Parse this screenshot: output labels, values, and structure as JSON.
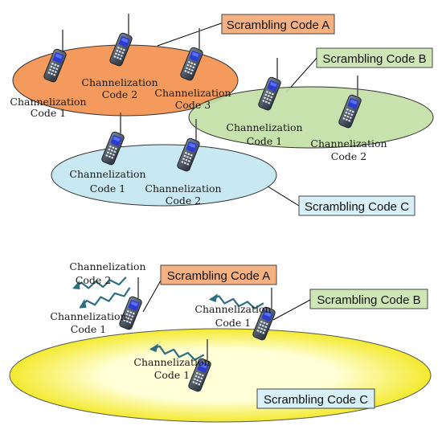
{
  "colors": {
    "ellipse_a": "#f39a5c",
    "ellipse_b": "#c2dfa6",
    "ellipse_c": "#c6e8f1",
    "box_a": "#f6b183",
    "box_b": "#cfe7b6",
    "box_c": "#d8f0f8",
    "yellow_center": "#ffffd8",
    "yellow_edge": "#f3ea2e",
    "phone_body": "#3a4450",
    "phone_screen": "#2b3dd0",
    "wave": "#2f6e80"
  },
  "icons": {
    "phone": "mobile-phone-icon",
    "wave": "radio-wave-arrow-icon"
  },
  "top": {
    "scrambling_a": "Scrambling Code A",
    "scrambling_b": "Scrambling Code B",
    "scrambling_c": "Scrambling Code C",
    "cell_a": {
      "ch1_l1": "Channelization",
      "ch1_l2": "Code 1",
      "ch2_l1": "Channelization",
      "ch2_l2": "Code 2",
      "ch3_l1": "Channelization",
      "ch3_l2": "Code 3"
    },
    "cell_b": {
      "ch1_l1": "Channelization",
      "ch1_l2": "Code 1",
      "ch2_l1": "Channelization",
      "ch2_l2": "Code 2"
    },
    "cell_c": {
      "ch1_l1": "Channelization",
      "ch1_l2": "Code 1",
      "ch2_l1": "Channelization",
      "ch2_l2": "Code 2"
    }
  },
  "bottom": {
    "scrambling_a": "Scrambling Code A",
    "scrambling_b": "Scrambling Code B",
    "scrambling_c": "Scrambling Code C",
    "phone_a": {
      "ch2_l1": "Channelization",
      "ch2_l2": "Code 2",
      "ch1_l1": "Channelization",
      "ch1_l2": "Code 1"
    },
    "phone_b": {
      "ch1_l1": "Channelization",
      "ch1_l2": "Code 1"
    },
    "phone_c": {
      "ch1_l1": "Channelization",
      "ch1_l2": "Code 1"
    }
  }
}
